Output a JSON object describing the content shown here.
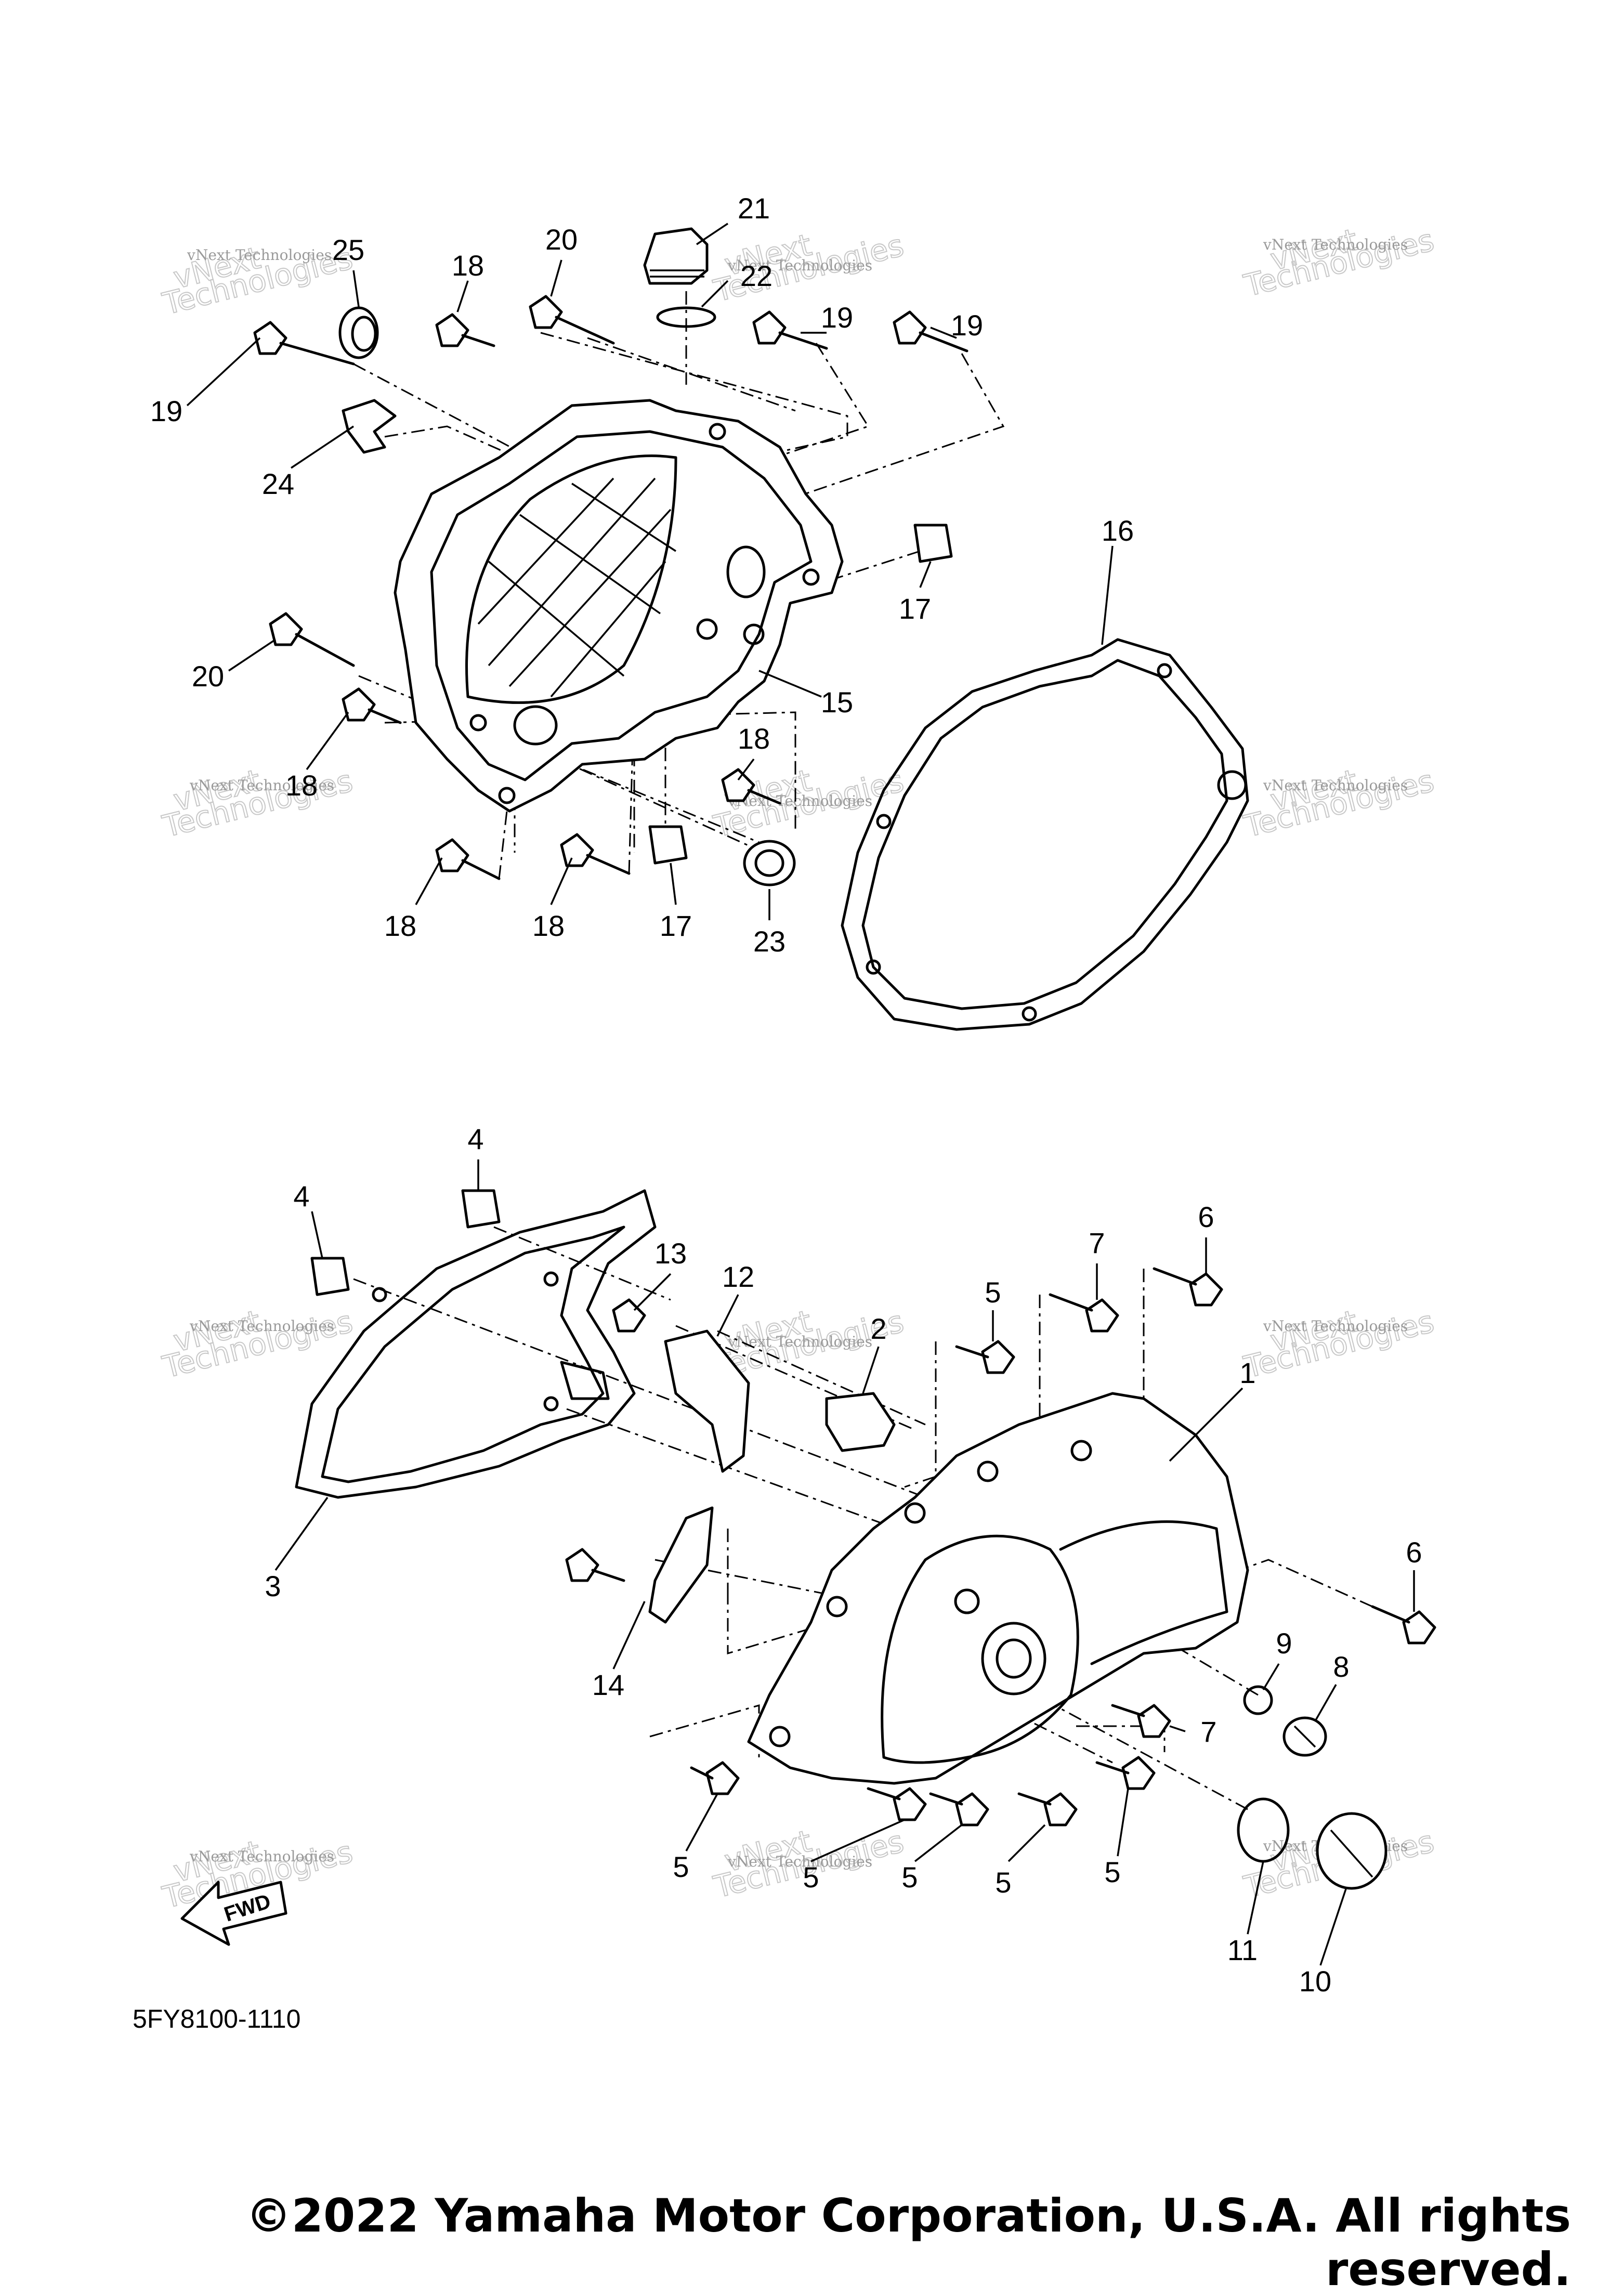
{
  "diagram": {
    "diagram_code": "5FY8100-1110",
    "copyright": "©2022 Yamaha Motor Corporation, U.S.A. All rights reserved.",
    "fwd_label": "FWD",
    "watermark": {
      "text": "vNext Technologies",
      "word_1": "vNext",
      "word_2": "Technologies"
    },
    "callouts_upper": [
      "21",
      "22",
      "25",
      "20",
      "18",
      "19",
      "19",
      "19",
      "24",
      "16",
      "17",
      "15",
      "20",
      "18",
      "18",
      "18",
      "18",
      "17",
      "23"
    ],
    "callouts_lower": [
      "4",
      "4",
      "13",
      "12",
      "2",
      "5",
      "7",
      "6",
      "1",
      "3",
      "6",
      "9",
      "8",
      "14",
      "7",
      "5",
      "5",
      "5",
      "5",
      "5",
      "11",
      "10"
    ]
  }
}
